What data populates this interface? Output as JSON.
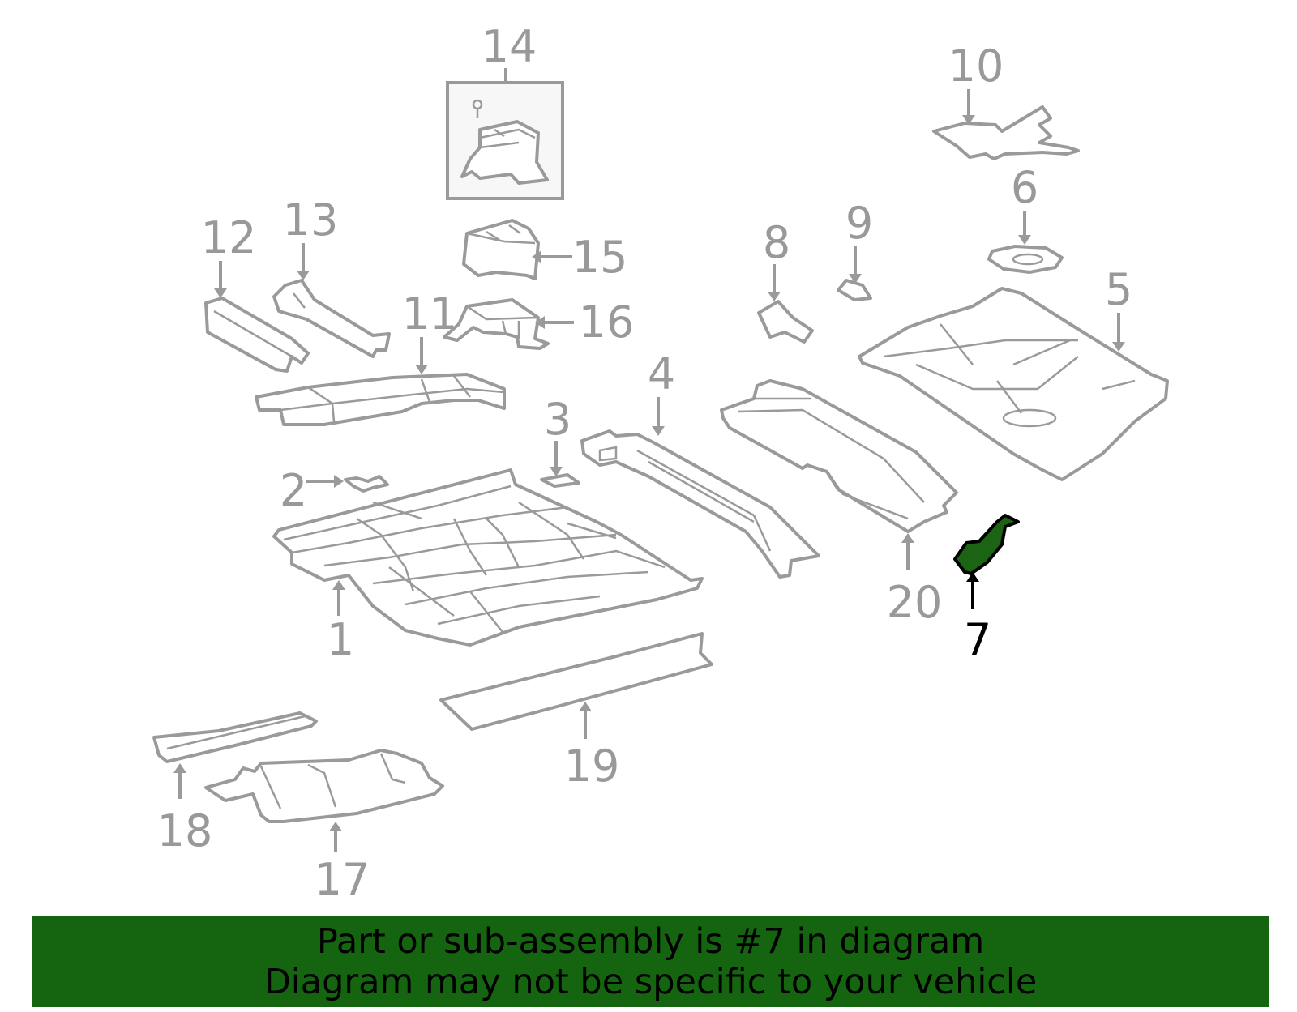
{
  "diagram": {
    "highlight_color": "#1a6414",
    "part_color": "#9a9a9a",
    "highlighted_part": "7",
    "callouts": {
      "c1": "1",
      "c2": "2",
      "c3": "3",
      "c4": "4",
      "c5": "5",
      "c6": "6",
      "c7": "7",
      "c8": "8",
      "c9": "9",
      "c10": "10",
      "c11": "11",
      "c12": "12",
      "c13": "13",
      "c14": "14",
      "c15": "15",
      "c16": "16",
      "c17": "17",
      "c18": "18",
      "c19": "19",
      "c20": "20"
    }
  },
  "banner": {
    "background": "#156410",
    "line1": "Part or sub-assembly is #7 in diagram",
    "line2": "Diagram may not be specific to your vehicle"
  }
}
